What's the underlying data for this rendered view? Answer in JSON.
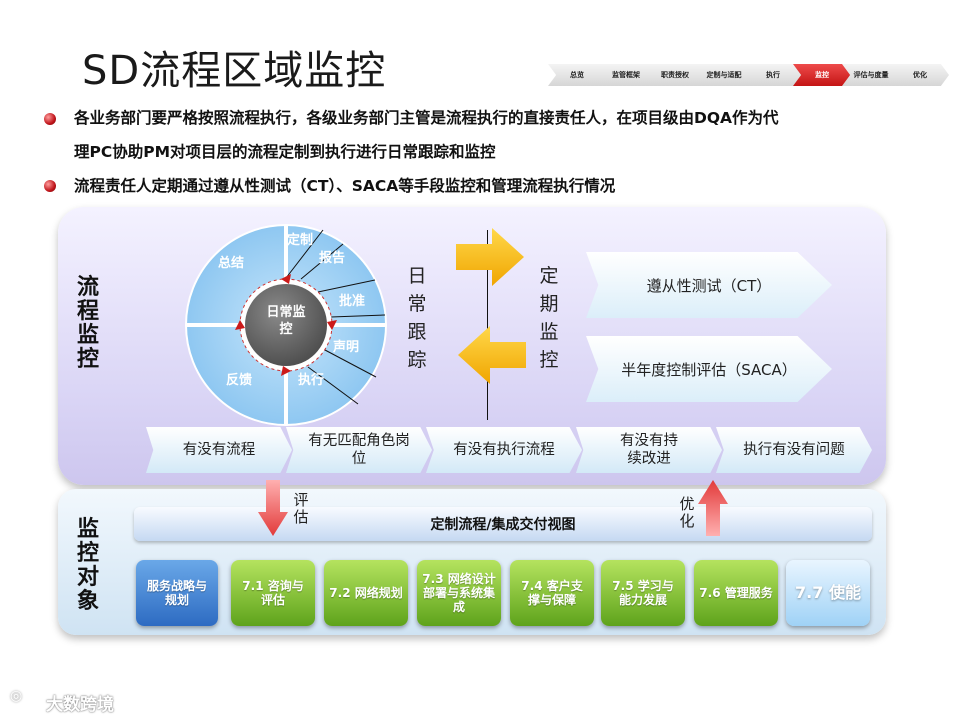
{
  "title": "SD流程区域监控",
  "progress_steps": [
    {
      "label": "总览",
      "active": false
    },
    {
      "label": "监管框架",
      "active": false
    },
    {
      "label": "职责授权",
      "active": false
    },
    {
      "label": "定制与适配",
      "active": false
    },
    {
      "label": "执行",
      "active": false
    },
    {
      "label": "监控",
      "active": true
    },
    {
      "label": "评估与度量",
      "active": false
    },
    {
      "label": "优化",
      "active": false
    }
  ],
  "bullets": {
    "line1a": "各业务部门要严格按照流程执行，各级业务部门主管是流程执行的直接责任人，在项目级由DQA作为代",
    "line1b": "理PC协助PM对项目层的流程定制到执行进行日常跟踪和监控",
    "line2": "流程责任人定期通过遵从性测试（CT）、SACA等手段监控和管理流程执行情况"
  },
  "top_panel": {
    "side_label": "流程监控",
    "cycle_center": "日常监控",
    "cycle_segments": [
      "总结",
      "定制",
      "报告",
      "批准",
      "声明",
      "执行",
      "反馈"
    ],
    "daily_tracking": "日常跟踪",
    "periodic_monitoring": "定期监控",
    "checks": [
      "遵从性测试（CT）",
      "半年度控制评估（SACA）"
    ],
    "chevrons": [
      "有没有流程",
      "有无匹配角色岗位",
      "有没有执行流程",
      "有没有持续改进",
      "执行有没有问题"
    ]
  },
  "bottom_panel": {
    "side_label": "监控对象",
    "banner": "定制流程/集成交付视图",
    "evaluate": "评估",
    "optimize": "优化",
    "boxes": [
      {
        "label": "服务战略与规划",
        "style": "blue"
      },
      {
        "label": "7.1 咨询与评估",
        "style": "green"
      },
      {
        "label": "7.2 网络规划",
        "style": "green"
      },
      {
        "label": "7.3 网络设计部署与系统集成",
        "style": "green"
      },
      {
        "label": "7.4 客户支撑与保障",
        "style": "green"
      },
      {
        "label": "7.5 学习与能力发展",
        "style": "green"
      },
      {
        "label": "7.6 管理服务",
        "style": "green"
      },
      {
        "label": "7.7 使能",
        "style": "light"
      }
    ]
  },
  "watermark": "大数跨境",
  "colors": {
    "accent_red": "#d42020",
    "arrow_yellow": "#f8b800",
    "box_green": "#7cbc2a",
    "box_blue": "#3c7ad0"
  }
}
